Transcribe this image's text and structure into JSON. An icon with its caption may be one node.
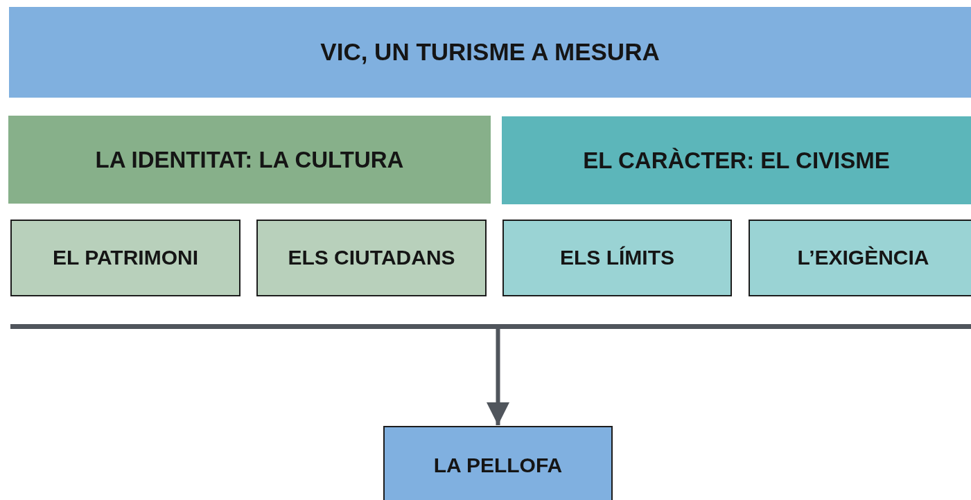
{
  "diagram": {
    "nodes": [
      {
        "text": [
          "VIC, UN TURISME A MESURA"
        ]
      },
      {
        "text": [
          "LA IDENTITAT: LA CULTURA"
        ]
      },
      {
        "text": [
          "EL CARÀCTER: EL CIVISME"
        ]
      },
      {
        "text": [
          "EL PATRIMONI"
        ]
      },
      {
        "text": [
          "ELS CIUTADANS"
        ]
      },
      {
        "text": [
          "ELS LÍMITS"
        ]
      },
      {
        "text": [
          "L’EXIGÈNCIA"
        ]
      },
      {
        "text": [],
        "shape": "bar"
      },
      {
        "text": [
          "LA PELLOFA"
        ]
      }
    ],
    "edges": [
      {
        "from": 7,
        "to": 8,
        "arrow": "to"
      }
    ]
  }
}
